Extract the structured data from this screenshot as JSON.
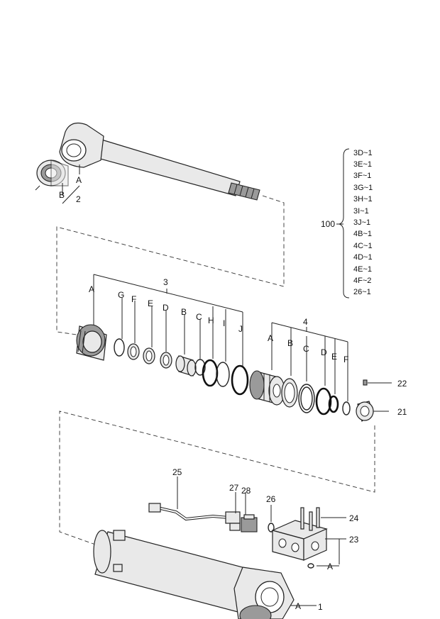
{
  "callouts": {
    "rod_a": "A",
    "rod_b": "B",
    "rod_2": "2",
    "g3_num": "3",
    "g3_a": "A",
    "g3_g": "G",
    "g3_f": "F",
    "g3_e": "E",
    "g3_d": "D",
    "g3_b": "B",
    "g3_c": "C",
    "g3_h": "H",
    "g3_i": "I",
    "g3_j": "J",
    "g4_num": "4",
    "g4_a": "A",
    "g4_b": "B",
    "g4_c": "C",
    "g4_d": "D",
    "g4_e": "E",
    "g4_f": "F",
    "p22": "22",
    "p21": "21",
    "p25": "25",
    "p27": "27",
    "p28": "28",
    "p26": "26",
    "p24": "24",
    "p23": "23",
    "p23_a": "A",
    "tube_a": "A",
    "p1": "1"
  },
  "seal_kit": {
    "number": "100",
    "items": [
      "3D~1",
      "3E~1",
      "3F~1",
      "3G~1",
      "3H~1",
      "3I~1",
      "3J~1",
      "4B~1",
      "4C~1",
      "4D~1",
      "4E~1",
      "4F~2",
      "26~1"
    ]
  }
}
